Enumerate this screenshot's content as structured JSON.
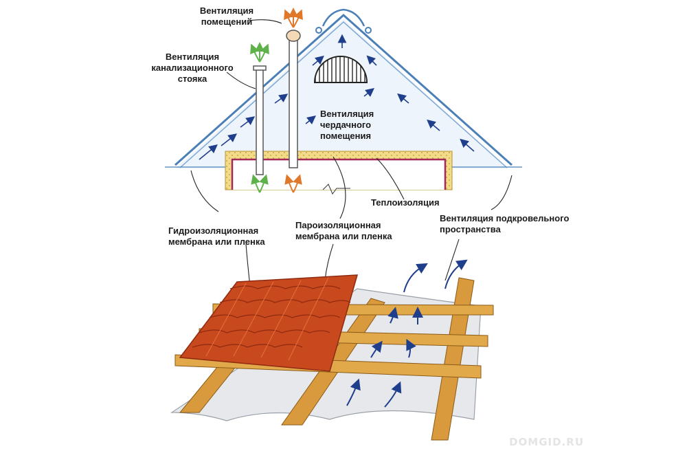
{
  "labels": {
    "room_vent": [
      "Вентиляция",
      "помещений"
    ],
    "sewer_vent": [
      "Вентиляция",
      "канализационного",
      "стояка"
    ],
    "attic_vent": [
      "Вентиляция",
      "чердачного",
      "помещения"
    ],
    "insulation": "Теплоизоляция",
    "waterproof": [
      "Гидроизоляционная",
      "мембрана или пленка"
    ],
    "vapor": [
      "Пароизоляционная",
      "мембрана или пленка"
    ],
    "underroof_vent": [
      "Вентиляция подкровельного",
      "пространства"
    ]
  },
  "watermark": "DOMGID.RU",
  "colors": {
    "roof_outline": "#4a7fb8",
    "air_arrow": "#1f3e8c",
    "warm_arrow": "#e0782a",
    "fresh_arrow": "#5fb24a",
    "insulation": "#f2dc8a",
    "vapor_line": "#a3285a",
    "tile": "#c9491e",
    "tile_dark": "#8e2a10",
    "lath": "#d89a3c",
    "membrane": "#e6e8ec"
  },
  "icons": [
    "air-flow-arrow",
    "dormer-vent-icon",
    "pipe-icon"
  ]
}
